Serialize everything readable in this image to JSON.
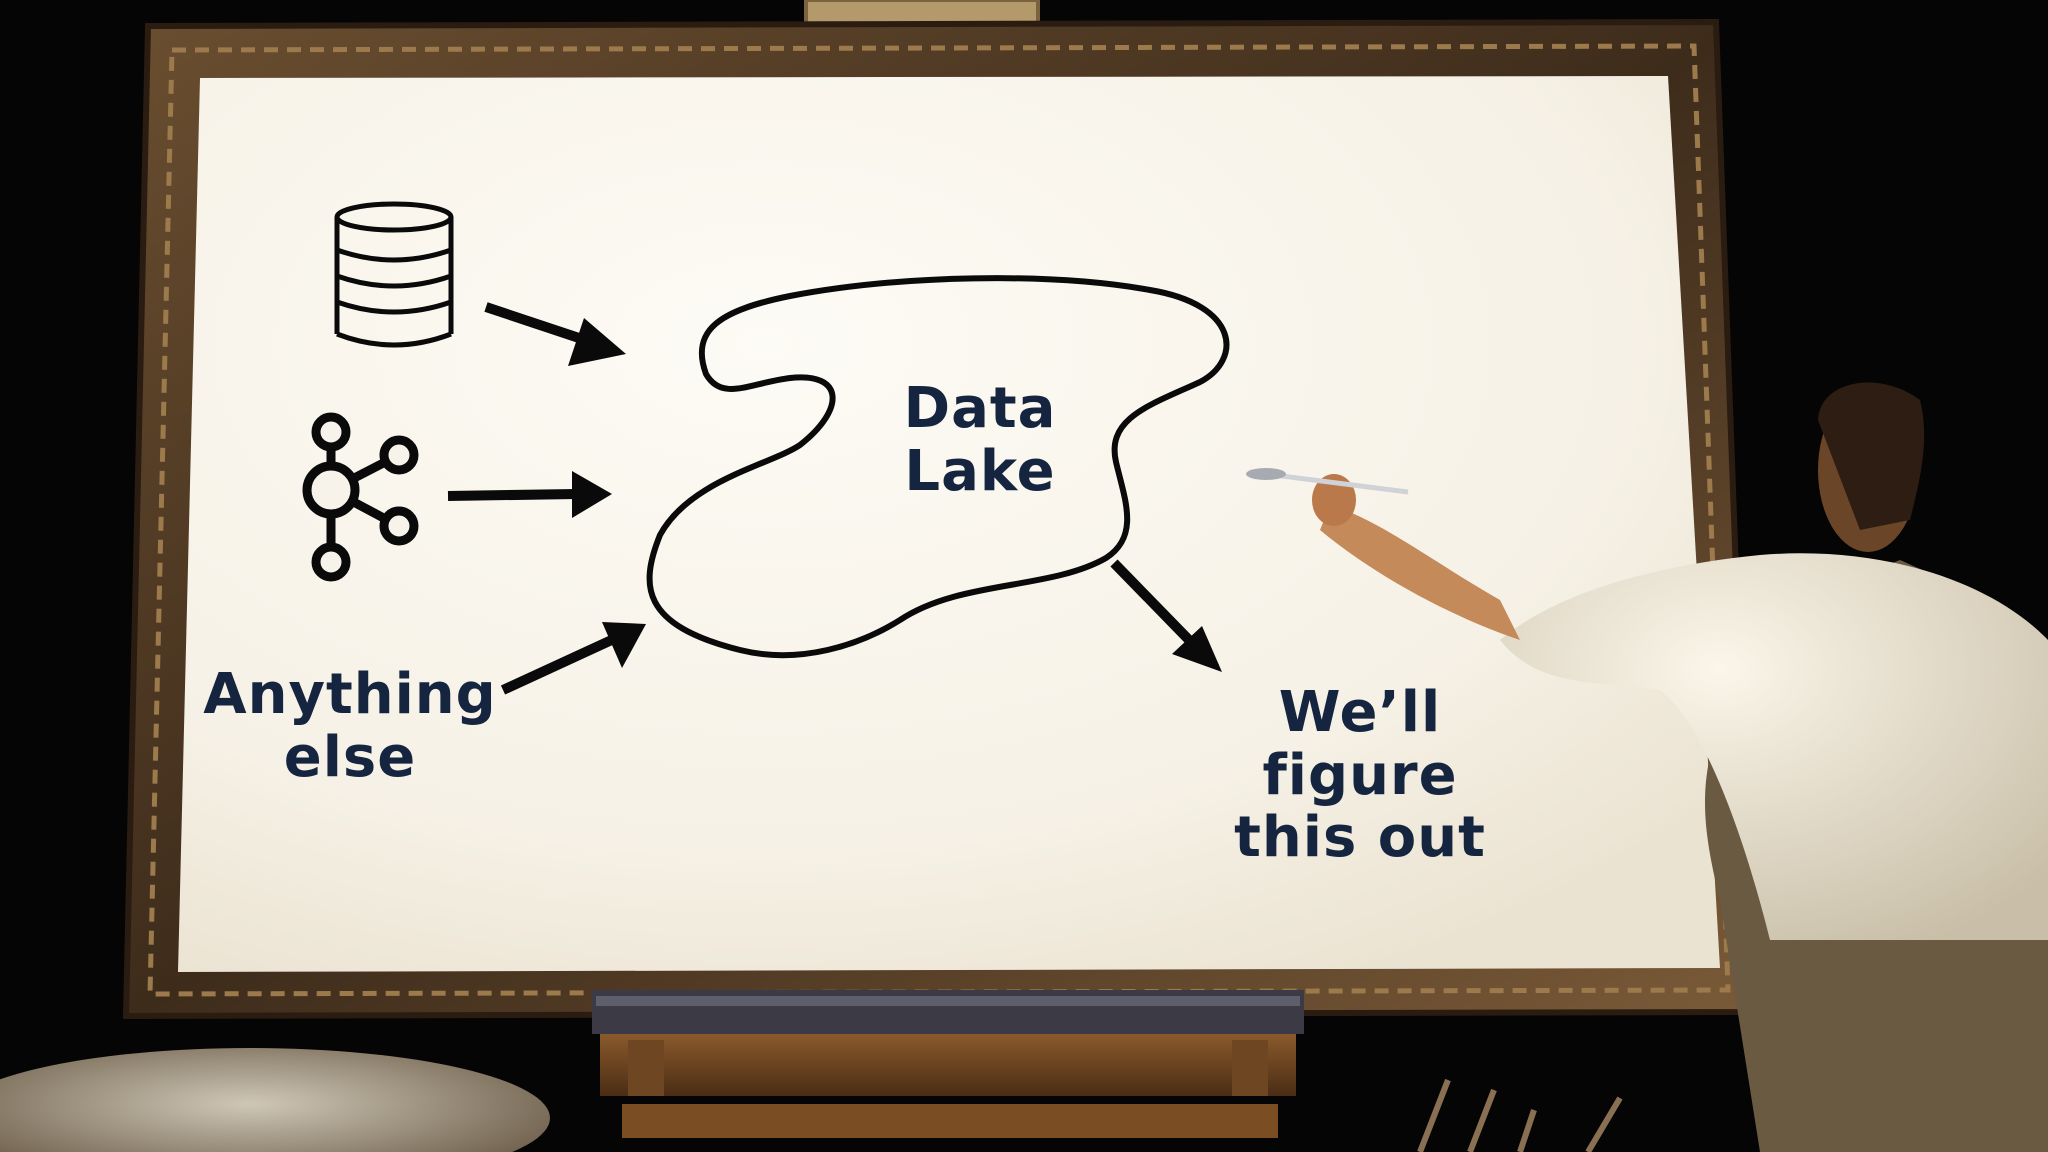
{
  "diagram": {
    "center_node": {
      "line1": "Data",
      "line2": "Lake"
    },
    "sources": [
      {
        "icon": "database-icon"
      },
      {
        "icon": "kafka-icon"
      },
      {
        "line1": "Anything",
        "line2": "else"
      }
    ],
    "output": {
      "line1": "We’ll figure",
      "line2": "this out"
    }
  },
  "colors": {
    "canvas": "#f7f3ea",
    "frame": "#4a3521",
    "ink": "#0a0a0a",
    "text": "#15253f",
    "background": "#050505"
  }
}
